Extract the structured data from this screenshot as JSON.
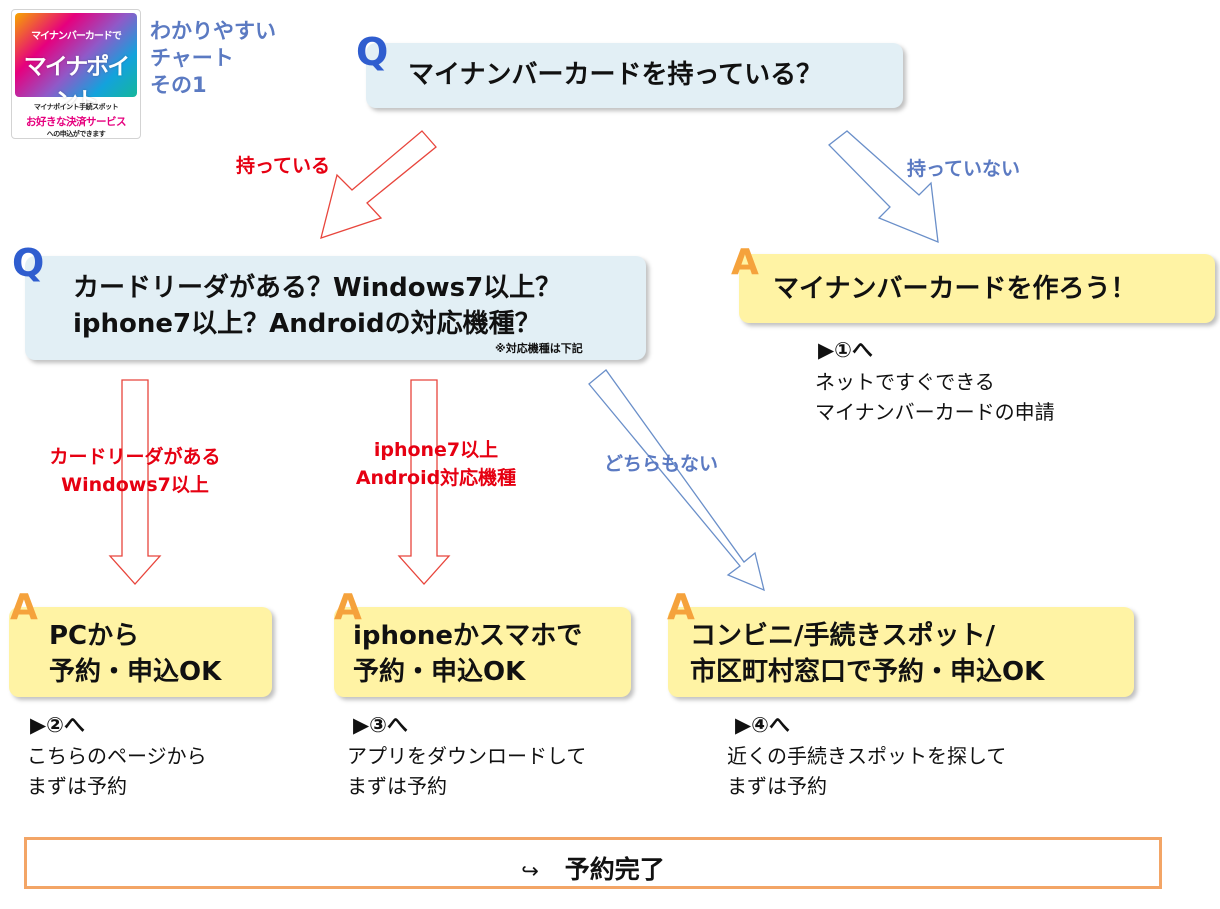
{
  "logo": {
    "line1": "マイナンバーカードで",
    "line2": "マイナポイント",
    "line3": "マイナポイント手続スポット",
    "line4": "お好きな決済サービス",
    "line5": "への申込ができます"
  },
  "intro": [
    "わかりやすい",
    "チャート",
    "その1"
  ],
  "q_mark": "Q",
  "a_mark": "A",
  "q1": {
    "text": "マイナンバーカードを持っている？"
  },
  "branch_labels": {
    "has": "持っている",
    "has_not": "持っていない",
    "neither": "どちらもない",
    "card_reader": [
      "カードリーダがある",
      "Windows7以上"
    ],
    "phone": [
      "iphone7以上",
      "Android対応機種"
    ]
  },
  "q2": {
    "lines": [
      "カードリーダがある？Windows7以上？",
      "iphone7以上？Androidの対応機種？"
    ],
    "note": "※対応機種は下記"
  },
  "answers": {
    "make_card": {
      "text": "マイナンバーカードを作ろう！",
      "step": "▶①へ",
      "desc": [
        "ネットですぐできる",
        "マイナンバーカードの申請"
      ]
    },
    "pc": {
      "lines": [
        "PCから",
        "予約・申込OK"
      ],
      "step": "▶②へ",
      "desc": [
        "こちらのページから",
        "まずは予約"
      ]
    },
    "phone": {
      "lines": [
        "iphoneかスマホで",
        "予約・申込OK"
      ],
      "step": "▶③へ",
      "desc": [
        "アプリをダウンロードして",
        "まずは予約"
      ]
    },
    "spot": {
      "lines": [
        "コンビニ/手続きスポット/",
        "市区町村窓口で予約・申込OK"
      ],
      "step": "▶④へ",
      "desc": [
        "近くの手続きスポットを探して",
        "まずは予約"
      ]
    }
  },
  "finish": {
    "icon": "↪",
    "text": "予約完了"
  },
  "colors": {
    "q_blue": "#2f5dcf",
    "a_orange": "#f5a23c",
    "red": "#e60012",
    "label_blue": "#5b7ac2",
    "q_box": "#e2eff5",
    "a_box": "#fff3a4",
    "finish_border": "#f3a566"
  }
}
